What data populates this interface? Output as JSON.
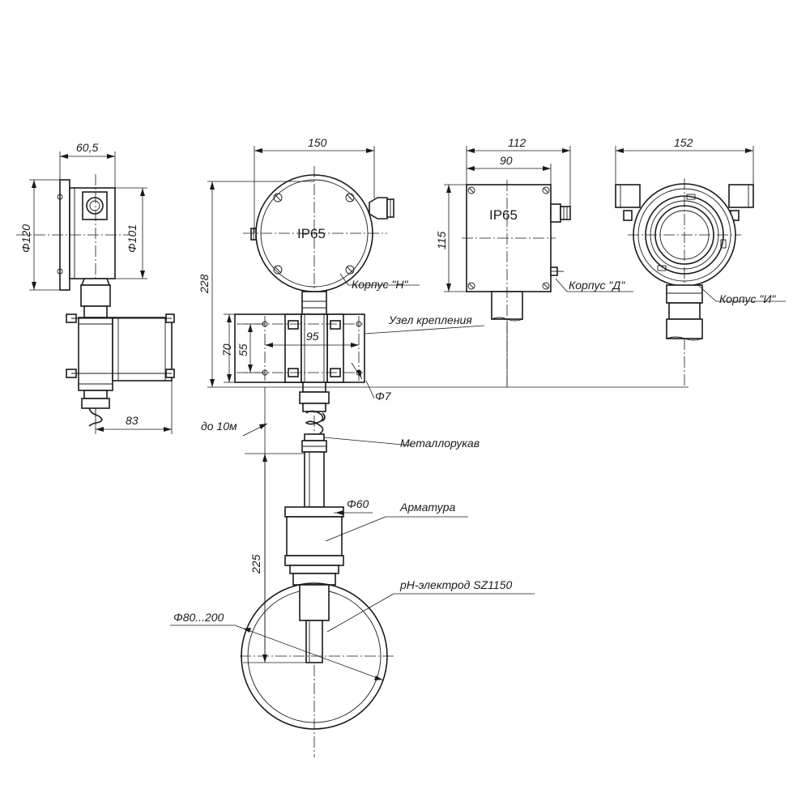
{
  "dimensions": {
    "side_width": "60,5",
    "side_phi_outer": "Φ120",
    "side_phi_inner": "Φ101",
    "side_bracket": "83",
    "h_width": "150",
    "total_height": "228",
    "d_outer": "112",
    "d_inner": "90",
    "d_height": "115",
    "i_width": "152",
    "mount_outer": "70",
    "mount_inner": "55",
    "mount_hole_span": "95",
    "hole_diameter": "Φ7",
    "cable_length": "до 10м",
    "fitting_diameter": "Φ60",
    "insertion_depth": "225",
    "pipe_diameter": "Φ80...200"
  },
  "labels": {
    "housing_h": "Корпус \"Н\"",
    "housing_d": "Корпус \"Д\"",
    "housing_i": "Корпус \"И\"",
    "mount": "Узел крепления",
    "hose": "Металлорукав",
    "fitting": "Арматура",
    "electrode": "pH-электрод SZ1150"
  },
  "protection": {
    "h": "IP65",
    "d": "IP65"
  }
}
